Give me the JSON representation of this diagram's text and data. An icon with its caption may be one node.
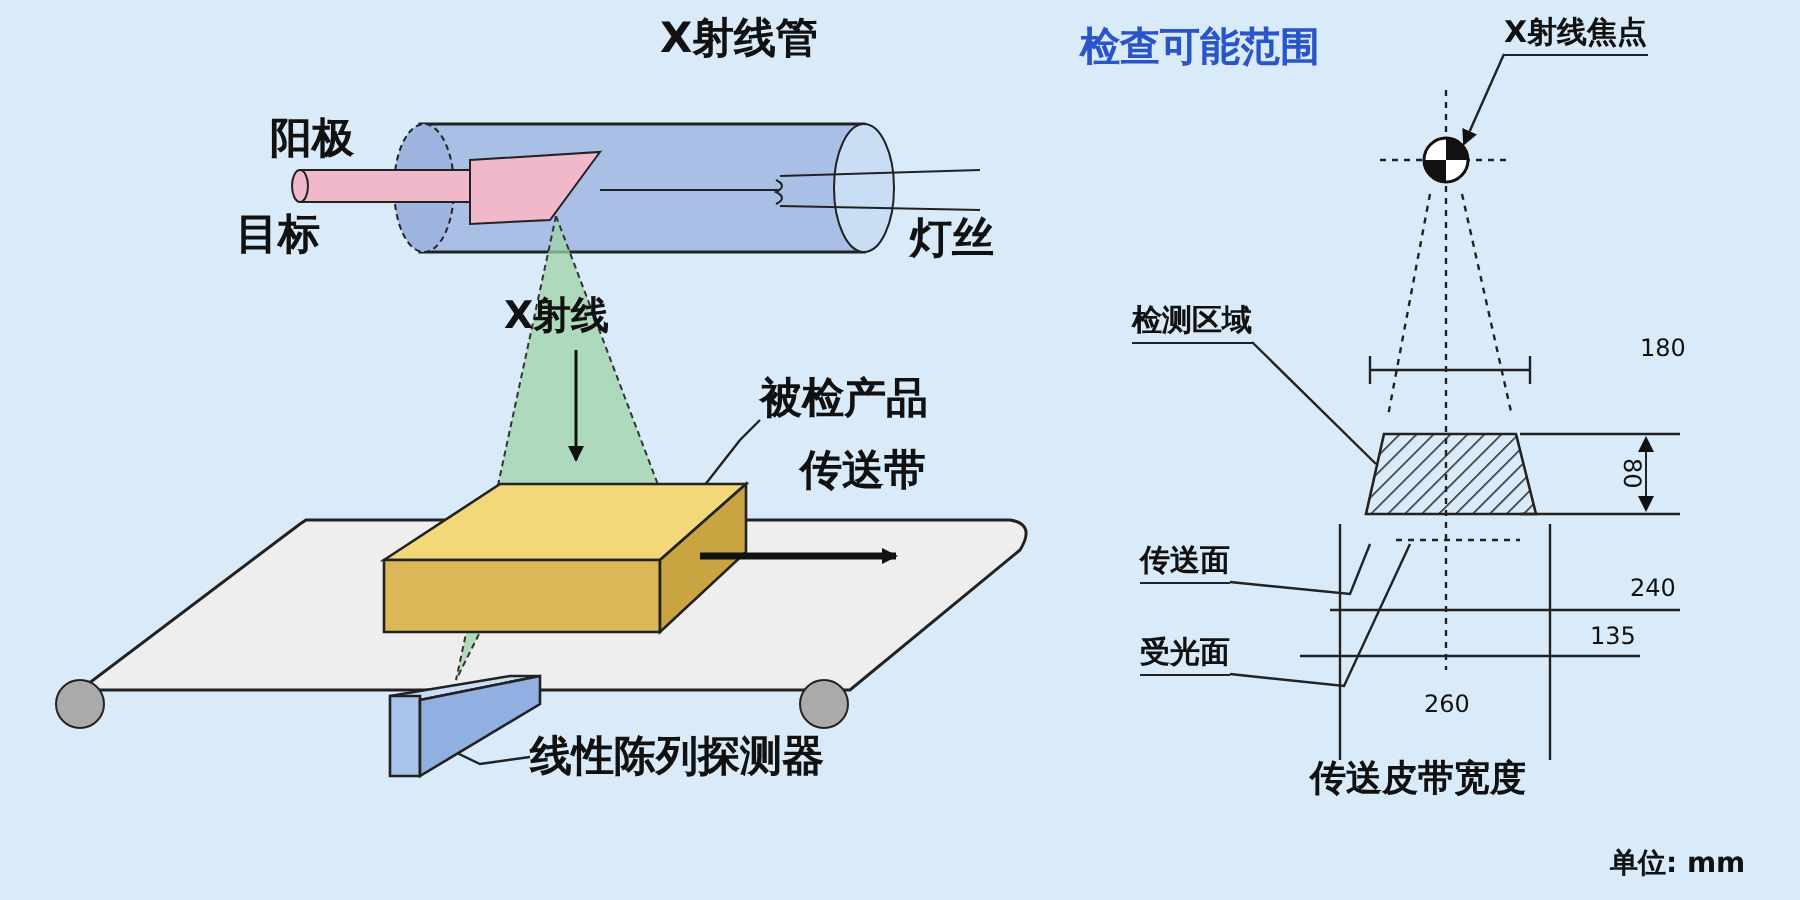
{
  "diagram": {
    "title": "检查可能范围",
    "nodes": [
      {
        "text": [
          "被检产品"
        ]
      },
      {
        "text": [],
        "shape": "box"
      },
      {
        "text": [
          "线性陈列探测器"
        ]
      },
      {
        "text": [],
        "shape": "bar"
      },
      {
        "text": [
          "X射线焦点"
        ]
      },
      {
        "text": [],
        "shape": "circle"
      },
      {
        "text": [
          "检测区域"
        ]
      },
      {
        "text": [],
        "shape": "box"
      },
      {
        "text": [
          "传送面"
        ]
      },
      {
        "text": [
          "受光面"
        ]
      }
    ],
    "edges": [
      {
        "from": 0,
        "to": 1,
        "arrow": "none"
      },
      {
        "from": 2,
        "to": 3,
        "arrow": "none"
      },
      {
        "from": 4,
        "to": 5,
        "arrow": "to"
      },
      {
        "from": 6,
        "to": 7,
        "arrow": "none"
      },
      {
        "from": 8,
        "to": null,
        "arrow": "none"
      },
      {
        "from": 9,
        "to": null,
        "arrow": "none"
      }
    ],
    "labels": [
      "X射线管",
      "阳极",
      "目标",
      "灯丝",
      "X射线",
      "传送带",
      "180",
      "80",
      "240",
      "135",
      "260",
      "传送皮带宽度",
      "单位: mm"
    ]
  }
}
